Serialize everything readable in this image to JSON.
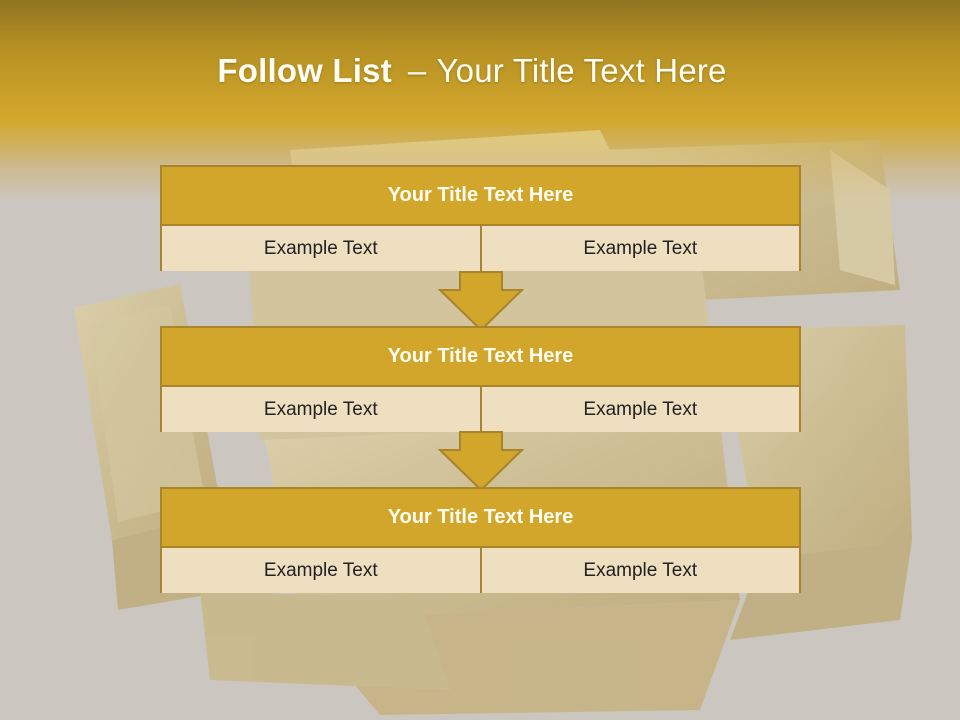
{
  "title": {
    "strong": "Follow List",
    "separator": "–",
    "rest": "Your Title Text Here"
  },
  "blocks": [
    {
      "heading": "Your Title Text Here",
      "left": "Example Text",
      "right": "Example Text"
    },
    {
      "heading": "Your Title Text Here",
      "left": "Example Text",
      "right": "Example Text"
    },
    {
      "heading": "Your Title Text Here",
      "left": "Example Text",
      "right": "Example Text"
    }
  ],
  "colors": {
    "accent": "#d2a52b",
    "border": "#a8842a",
    "cell_fill": "#efdfc1",
    "background": "#cbc7c0"
  }
}
